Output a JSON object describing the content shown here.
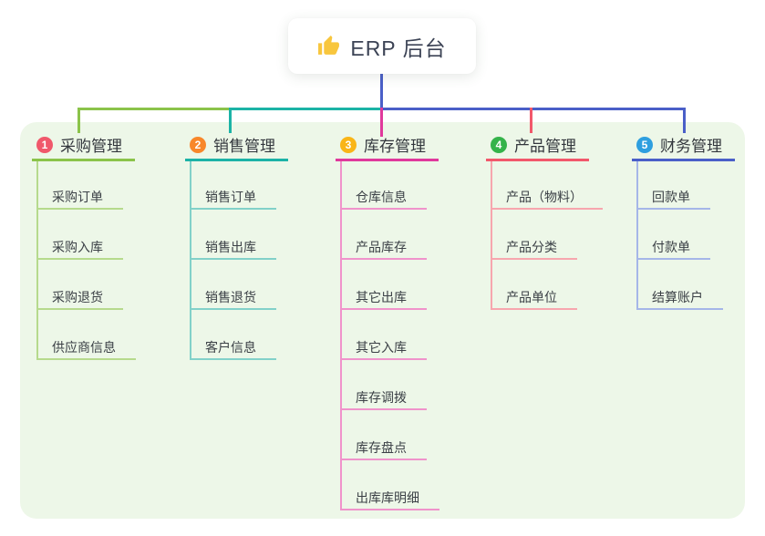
{
  "root": {
    "icon": "thumbs-up-icon",
    "label": "ERP 后台"
  },
  "branches": [
    {
      "number": "1",
      "label": "采购管理",
      "badge_color": "#f0586b",
      "line_color": "#8bc34a",
      "child_line_color": "#b6da8d",
      "children": [
        "采购订单",
        "采购入库",
        "采购退货",
        "供应商信息"
      ]
    },
    {
      "number": "2",
      "label": "销售管理",
      "badge_color": "#f8872a",
      "line_color": "#1cb3a6",
      "child_line_color": "#82d1c9",
      "children": [
        "销售订单",
        "销售出库",
        "销售退货",
        "客户信息"
      ]
    },
    {
      "number": "3",
      "label": "库存管理",
      "badge_color": "#f9b517",
      "line_color": "#e0399c",
      "child_line_color": "#f093cb",
      "children": [
        "仓库信息",
        "产品库存",
        "其它出库",
        "其它入库",
        "库存调拨",
        "库存盘点",
        "出库库明细"
      ]
    },
    {
      "number": "4",
      "label": "产品管理",
      "badge_color": "#35b34a",
      "line_color": "#f2586b",
      "child_line_color": "#f7a6ae",
      "children": [
        "产品（物料）",
        "产品分类",
        "产品单位"
      ]
    },
    {
      "number": "5",
      "label": "财务管理",
      "badge_color": "#2e9fdf",
      "line_color": "#4a5fc8",
      "child_line_color": "#a5b6e8",
      "children": [
        "回款单",
        "付款单",
        "结算账户"
      ]
    }
  ],
  "colors": {
    "canvas_background": "#ffffff",
    "panel_background": "#edf7e8",
    "root_stem": "#4a5fc8",
    "header_text": "#33373d",
    "child_text": "#3b4046",
    "root_text": "#3c4355",
    "thumb_icon": "#f8c63d"
  }
}
